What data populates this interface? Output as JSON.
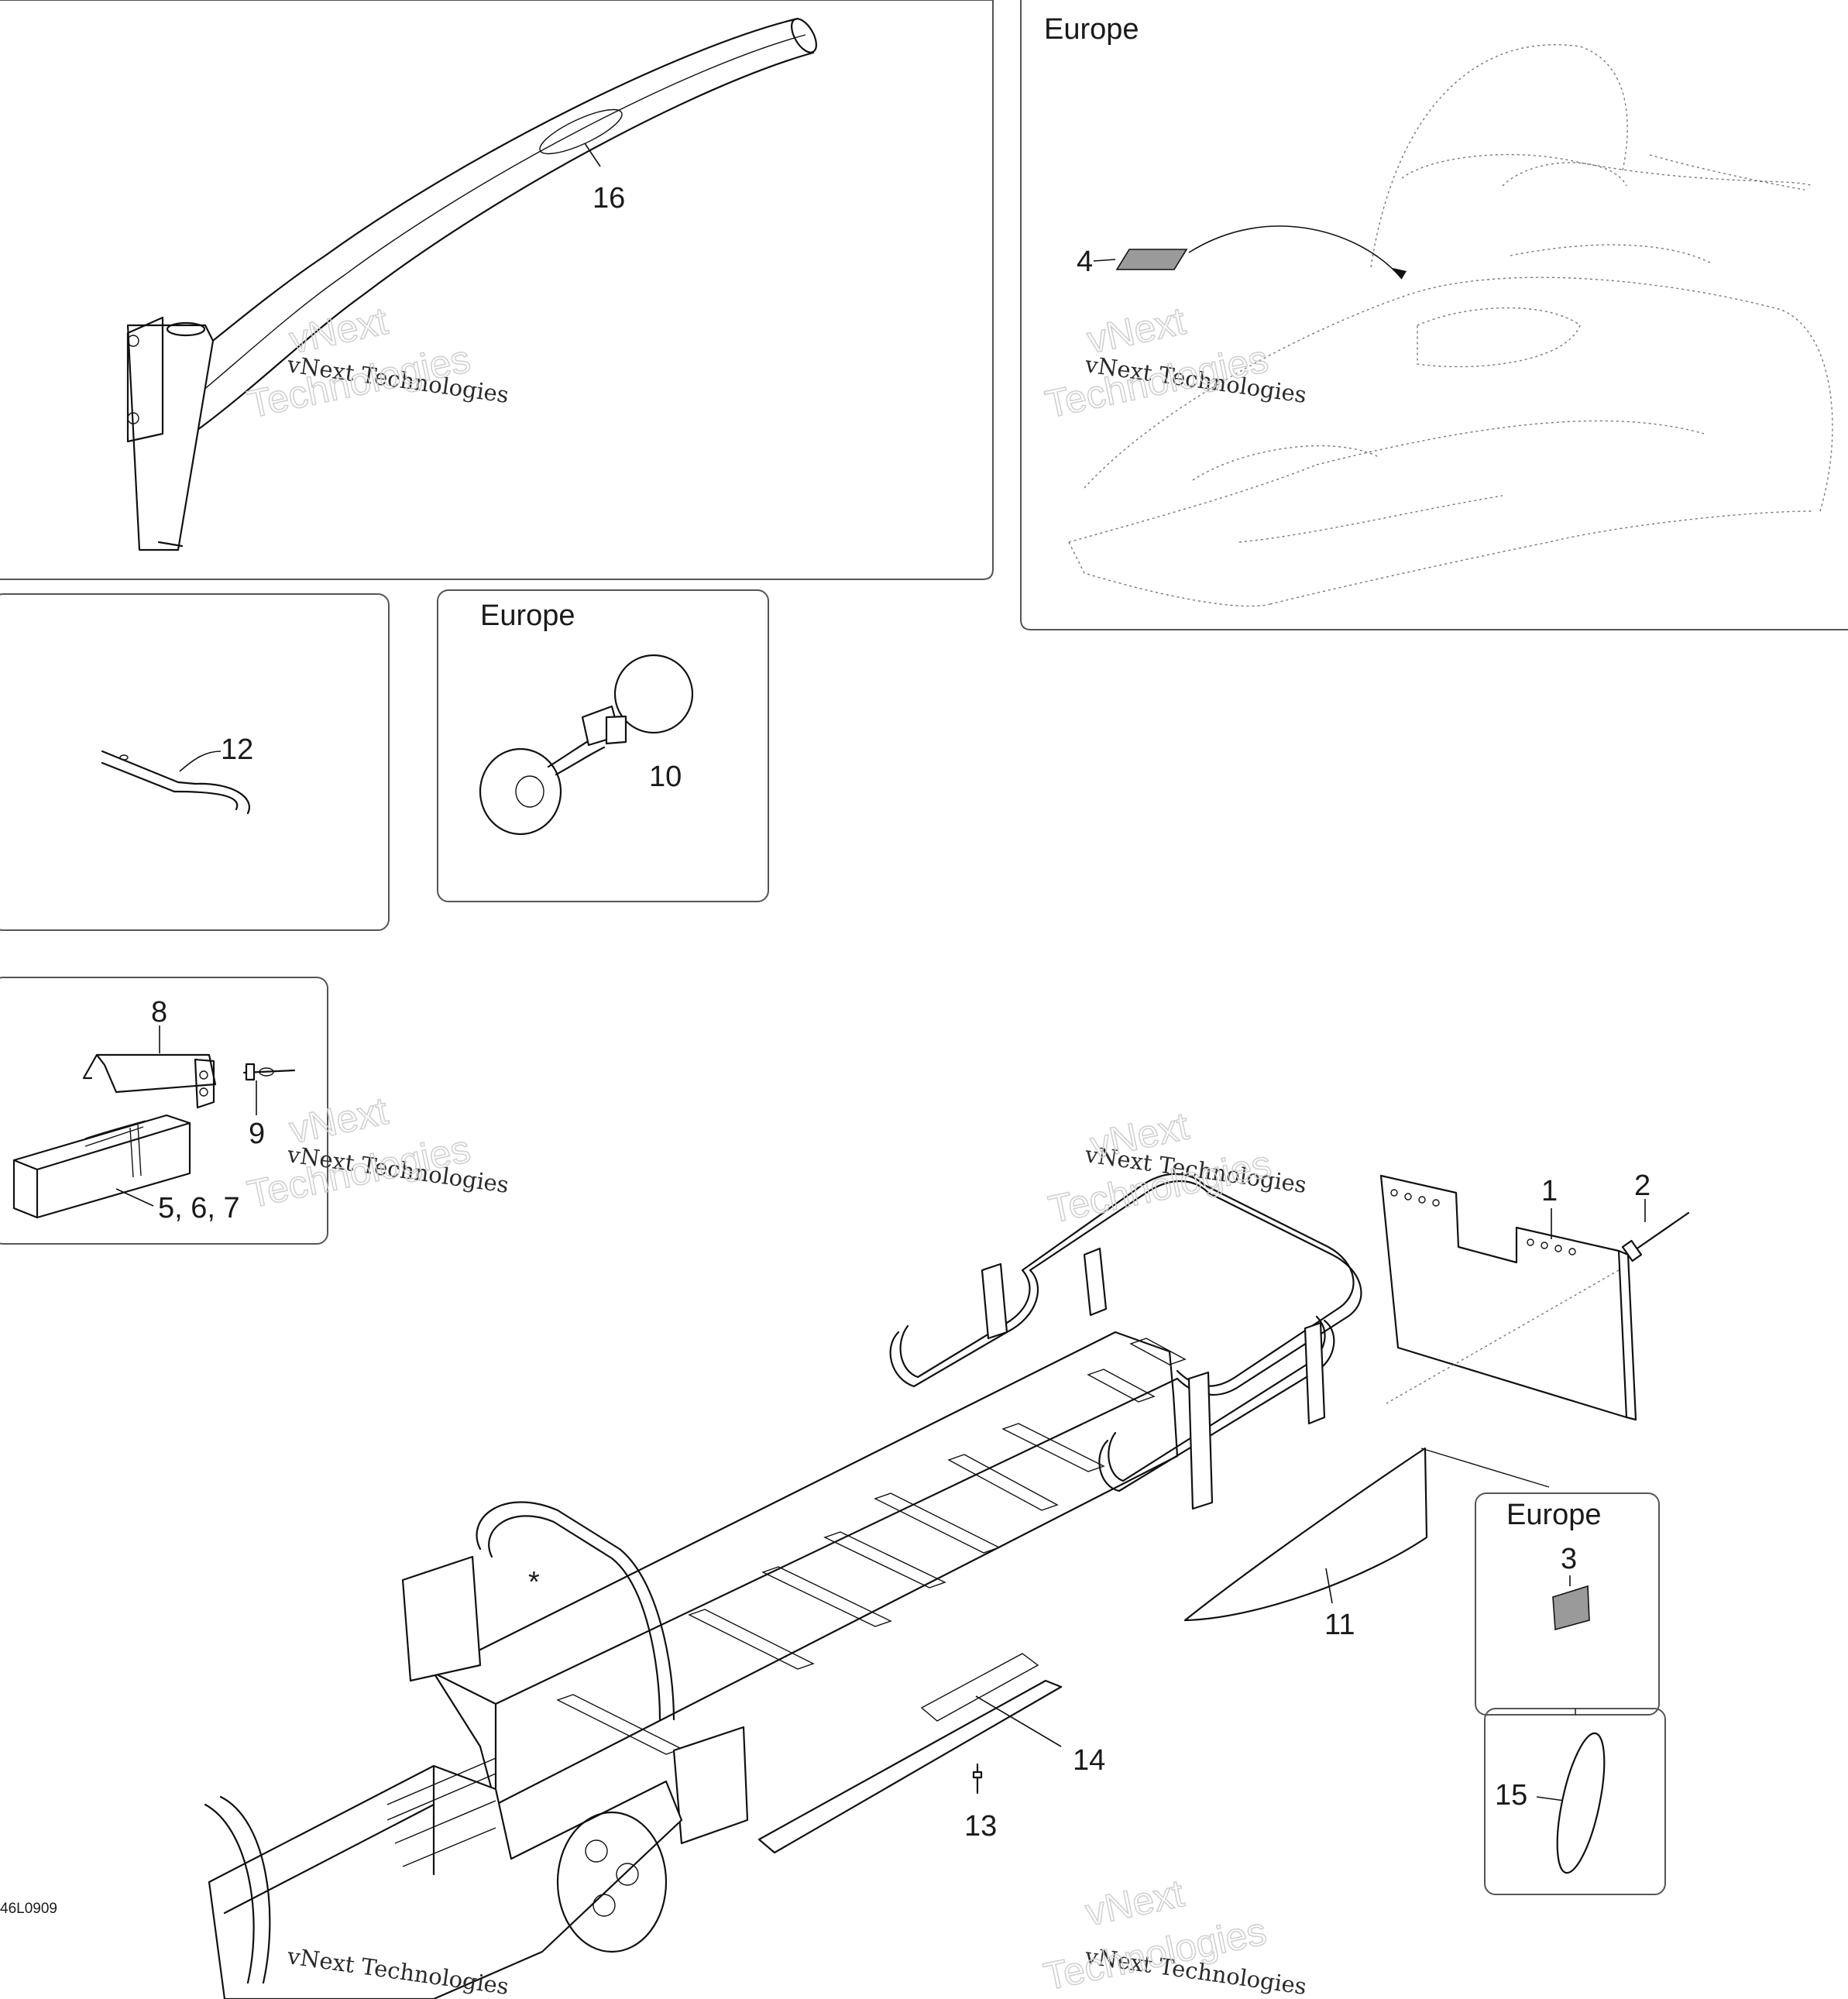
{
  "diagram": {
    "panels": {
      "europe_label": "Europe"
    },
    "callouts": {
      "c1": "1",
      "c2": "2",
      "c3": "3",
      "c4": "4",
      "c5_6_7": "5, 6, 7",
      "c8": "8",
      "c9": "9",
      "c10": "10",
      "c11": "11",
      "c12": "12",
      "c13": "13",
      "c14": "14",
      "c15": "15",
      "c16": "16",
      "asterisk": "*"
    },
    "reference_code": "46L0909",
    "watermark": {
      "line1": "vNext Technologies",
      "line2a": "vNext",
      "line2b": "Technologies"
    }
  }
}
